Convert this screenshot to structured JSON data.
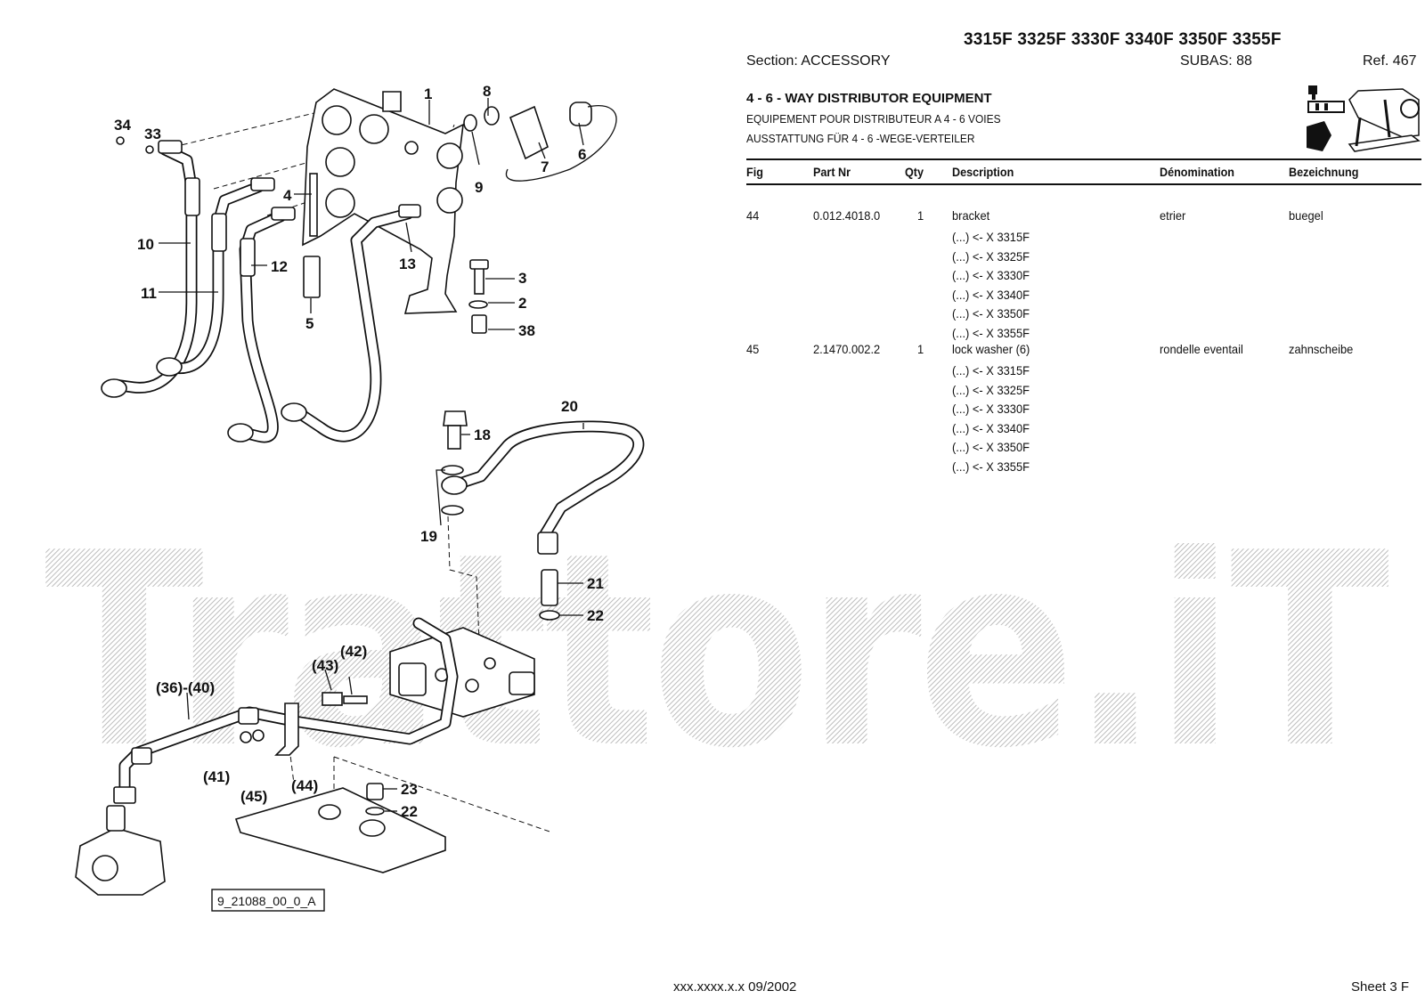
{
  "header": {
    "models": "3315F 3325F 3330F 3340F 3350F 3355F",
    "section": "Section: ACCESSORY",
    "subas": "SUBAS: 88",
    "ref": "Ref. 467",
    "title_en": "4 - 6 - WAY DISTRIBUTOR EQUIPMENT",
    "title_fr": "EQUIPEMENT POUR DISTRIBUTEUR A 4 - 6 VOIES",
    "title_de": "AUSSTATTUNG FÜR 4 - 6 -WEGE-VERTEILER"
  },
  "table": {
    "columns": [
      "Fig",
      "Part Nr",
      "Qty",
      "Description",
      "Dénomination",
      "Bezeichnung"
    ],
    "rows": [
      {
        "fig": "44",
        "part_nr": "0.012.4018.0",
        "qty": "1",
        "description": "bracket",
        "denomination": "etrier",
        "bezeichnung": "buegel",
        "applicability": [
          "(...) <- X 3315F",
          "(...) <- X 3325F",
          "(...) <- X 3330F",
          "(...) <- X 3340F",
          "(...) <- X 3350F",
          "(...) <- X 3355F"
        ]
      },
      {
        "fig": "45",
        "part_nr": "2.1470.002.2",
        "qty": "1",
        "description": "lock washer (6)",
        "denomination": "rondelle eventail",
        "bezeichnung": "zahnscheibe",
        "applicability": [
          "(...) <- X 3315F",
          "(...) <- X 3325F",
          "(...) <- X 3330F",
          "(...) <- X 3340F",
          "(...) <- X 3350F",
          "(...) <- X 3355F"
        ]
      }
    ]
  },
  "drawing": {
    "callouts": [
      "1",
      "2",
      "3",
      "4",
      "5",
      "6",
      "7",
      "8",
      "9",
      "10",
      "11",
      "12",
      "13",
      "18",
      "19",
      "20",
      "21",
      "22",
      "22",
      "23",
      "33",
      "34",
      "38",
      "(36)-(40)",
      "(41)",
      "(42)",
      "(43)",
      "(44)",
      "(45)"
    ],
    "drawing_code": "9_21088_00_0_A"
  },
  "watermark": "Trattore.iT",
  "footer": {
    "code": "xxx.xxxx.x.x  09/2002",
    "sheet": "Sheet 3 F"
  }
}
